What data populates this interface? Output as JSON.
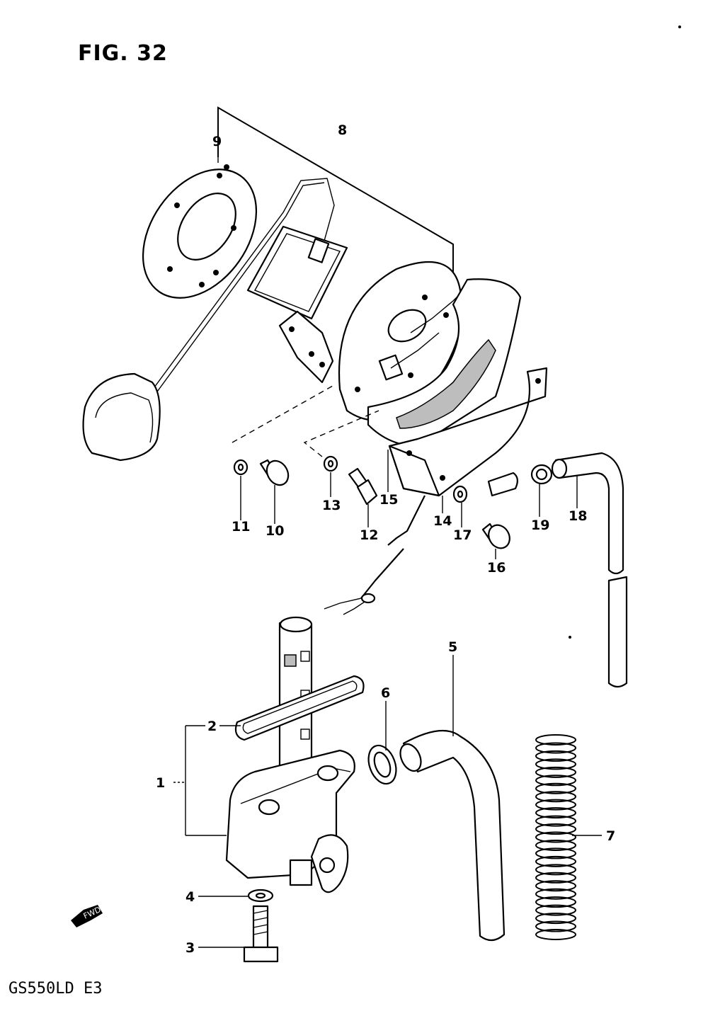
{
  "figure": {
    "title": "FIG. 32",
    "model": "GS550LD  E3"
  },
  "callouts": [
    {
      "id": "1",
      "label": "1"
    },
    {
      "id": "2",
      "label": "2"
    },
    {
      "id": "3",
      "label": "3"
    },
    {
      "id": "4",
      "label": "4"
    },
    {
      "id": "5",
      "label": "5"
    },
    {
      "id": "6",
      "label": "6"
    },
    {
      "id": "7",
      "label": "7"
    },
    {
      "id": "8",
      "label": "8"
    },
    {
      "id": "9",
      "label": "9"
    },
    {
      "id": "10",
      "label": "10"
    },
    {
      "id": "11",
      "label": "11"
    },
    {
      "id": "12",
      "label": "12"
    },
    {
      "id": "13",
      "label": "13"
    },
    {
      "id": "14",
      "label": "14"
    },
    {
      "id": "15",
      "label": "15"
    },
    {
      "id": "16",
      "label": "16"
    },
    {
      "id": "17",
      "label": "17"
    },
    {
      "id": "18",
      "label": "18"
    },
    {
      "id": "19",
      "label": "19"
    }
  ],
  "front_arrow": {
    "label": "FWD"
  }
}
